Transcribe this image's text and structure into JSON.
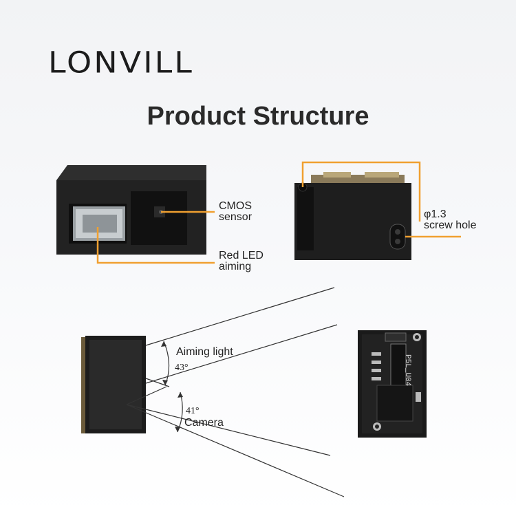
{
  "brand": {
    "logo_text": "LONVILL"
  },
  "heading": {
    "title": "Product Structure"
  },
  "callouts": {
    "cmos_line1": "CMOS",
    "cmos_line2": "sensor",
    "led_line1": "Red LED",
    "led_line2": "aiming",
    "hole_line1": "φ1.3",
    "hole_line2": "screw hole"
  },
  "diagram": {
    "aiming_label": "Aiming light",
    "aiming_angle": "43°",
    "camera_label": "Camera",
    "camera_angle": "41°"
  },
  "board": {
    "silkscreen": "P5L_U04"
  },
  "colors": {
    "accent": "#f0a030",
    "module": "#1f1f1f"
  }
}
